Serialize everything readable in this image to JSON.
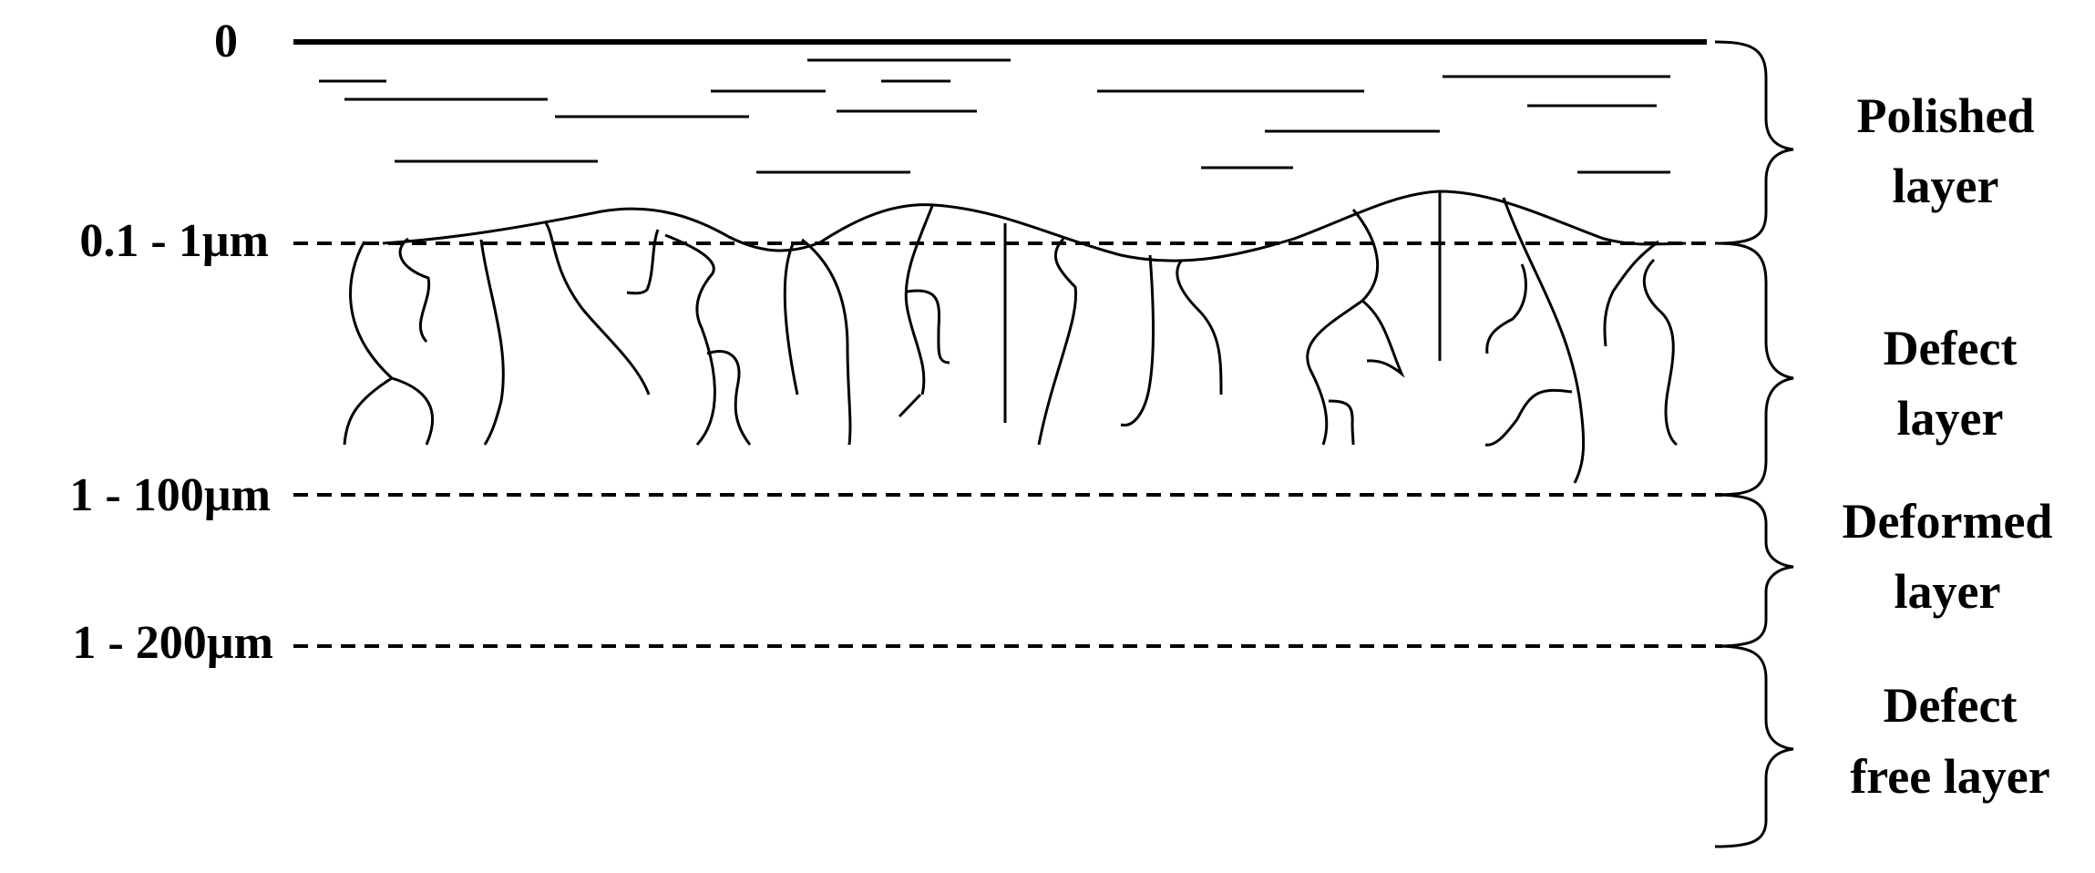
{
  "depth_levels": [
    {
      "key": "surface",
      "label": "0"
    },
    {
      "key": "polished-bottom",
      "label": "0.1 - 1µm"
    },
    {
      "key": "defect-bottom",
      "label": "1 - 100µm"
    },
    {
      "key": "deformed-bottom",
      "label": "1 - 200µm"
    }
  ],
  "layers": [
    {
      "key": "polished",
      "lines": [
        "Polished",
        "layer"
      ]
    },
    {
      "key": "defect",
      "lines": [
        "Defect",
        "layer"
      ]
    },
    {
      "key": "deformed",
      "lines": [
        "Deformed",
        "layer"
      ]
    },
    {
      "key": "defect-free",
      "lines": [
        "Defect",
        "free layer"
      ]
    }
  ],
  "colors": {
    "ink": "#000000",
    "background": "#ffffff"
  }
}
